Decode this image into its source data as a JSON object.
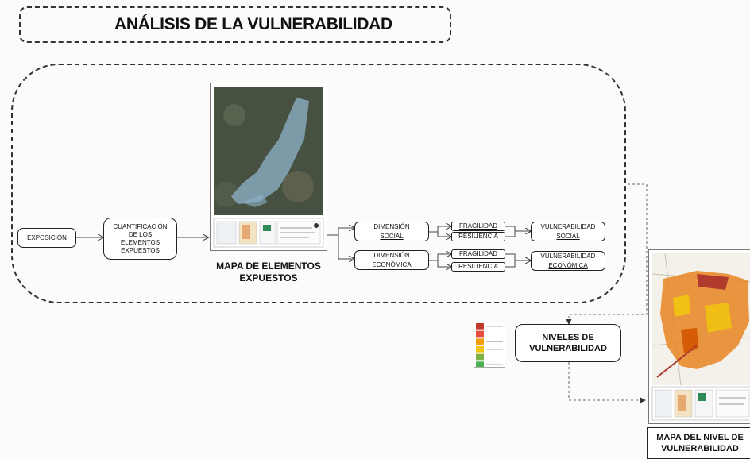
{
  "title": "ANÁLISIS DE LA VULNERABILIDAD",
  "nodes": {
    "exposicion": "EXPOSICIÓN",
    "cuantificacion": "CUANTIFICACIÓN\nDE LOS\nELEMENTOS\nEXPUESTOS",
    "dim_social": {
      "top": "DIMENSIÓN",
      "bottom": "SOCIAL"
    },
    "dim_economica": {
      "top": "DIMENSIÓN",
      "bottom": "ECONÓMICA"
    },
    "fragilidad": "FRAGILIDAD",
    "resiliencia": "RESILIENCIA",
    "vul_social": {
      "top": "VULNERABILIDAD",
      "bottom": "SOCIAL"
    },
    "vul_economica": {
      "top": "VULNERABILIDAD",
      "bottom": "ECONÓMICA"
    },
    "niveles": "NIVELES DE\nVULNERABILIDAD"
  },
  "captions": {
    "mapa_expuestos": "MAPA DE ELEMENTOS\nEXPUESTOS",
    "mapa_nivel": "MAPA DEL NIVEL DE\nVULNERABILIDAD"
  },
  "colors": {
    "levels": [
      "#c0392b",
      "#e74c3c",
      "#f39c12",
      "#f1c40f",
      "#7cb342",
      "#4caf50"
    ],
    "satellite": "#4a5a48",
    "overlay": "#8fb3c9",
    "vuln_orange": "#e8892b"
  }
}
